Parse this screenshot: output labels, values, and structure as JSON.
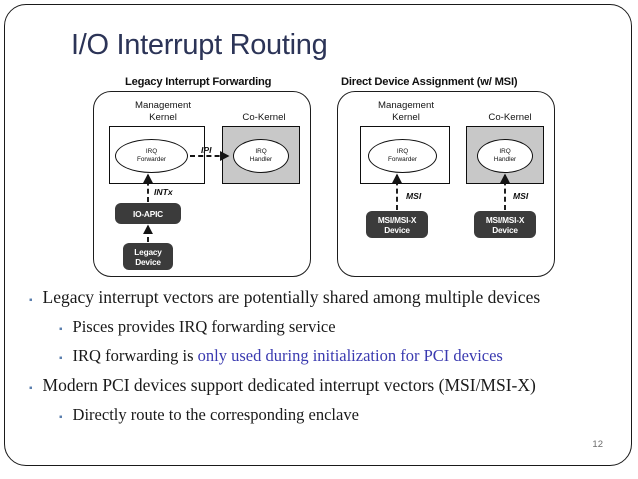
{
  "slide": {
    "title": "I/O Interrupt Routing",
    "page_number": "12",
    "title_color": "#2c3457",
    "accent_blue": "#3a3ab0",
    "bullet_marker_color": "#5b7fae"
  },
  "diagram": {
    "left_panel": {
      "heading": "Legacy Interrupt Forwarding",
      "management_kernel_label": "Management\nKernel",
      "management_kernel_line1": "Management",
      "management_kernel_line2": "Kernel",
      "cokernel_label": "Co-Kernel",
      "irq_forwarder_line1": "IRQ",
      "irq_forwarder_line2": "Forwarder",
      "irq_handler_line1": "IRQ",
      "irq_handler_line2": "Handler",
      "ipi_label": "IPI",
      "intx_label": "INTx",
      "ioapic_line1": "IO-APIC",
      "legacy_device_line1": "Legacy",
      "legacy_device_line2": "Device"
    },
    "right_panel": {
      "heading": "Direct Device Assignment (w/ MSI)",
      "management_kernel_line1": "Management",
      "management_kernel_line2": "Kernel",
      "cokernel_label": "Co-Kernel",
      "irq_forwarder_line1": "IRQ",
      "irq_forwarder_line2": "Forwarder",
      "irq_handler_line1": "IRQ",
      "irq_handler_line2": "Handler",
      "msi_label_left": "MSI",
      "msi_label_right": "MSI",
      "msi_device_left_line1": "MSI/MSI-X",
      "msi_device_left_line2": "Device",
      "msi_device_right_line1": "MSI/MSI-X",
      "msi_device_right_line2": "Device"
    }
  },
  "bullets": [
    {
      "level": 1,
      "marker": "▪",
      "text": "Legacy interrupt vectors are potentially shared among multiple devices"
    },
    {
      "level": 2,
      "marker": "▪",
      "text": "Pisces provides IRQ forwarding service"
    },
    {
      "level": 2,
      "marker": "▪",
      "text_plain": "IRQ forwarding is ",
      "text_blue": "only used during initialization for PCI devices"
    },
    {
      "level": 1,
      "marker": "▪",
      "text": "Modern PCI devices support dedicated interrupt vectors (MSI/MSI-X)"
    },
    {
      "level": 2,
      "marker": "▪",
      "text": "Directly route to the corresponding enclave"
    }
  ]
}
